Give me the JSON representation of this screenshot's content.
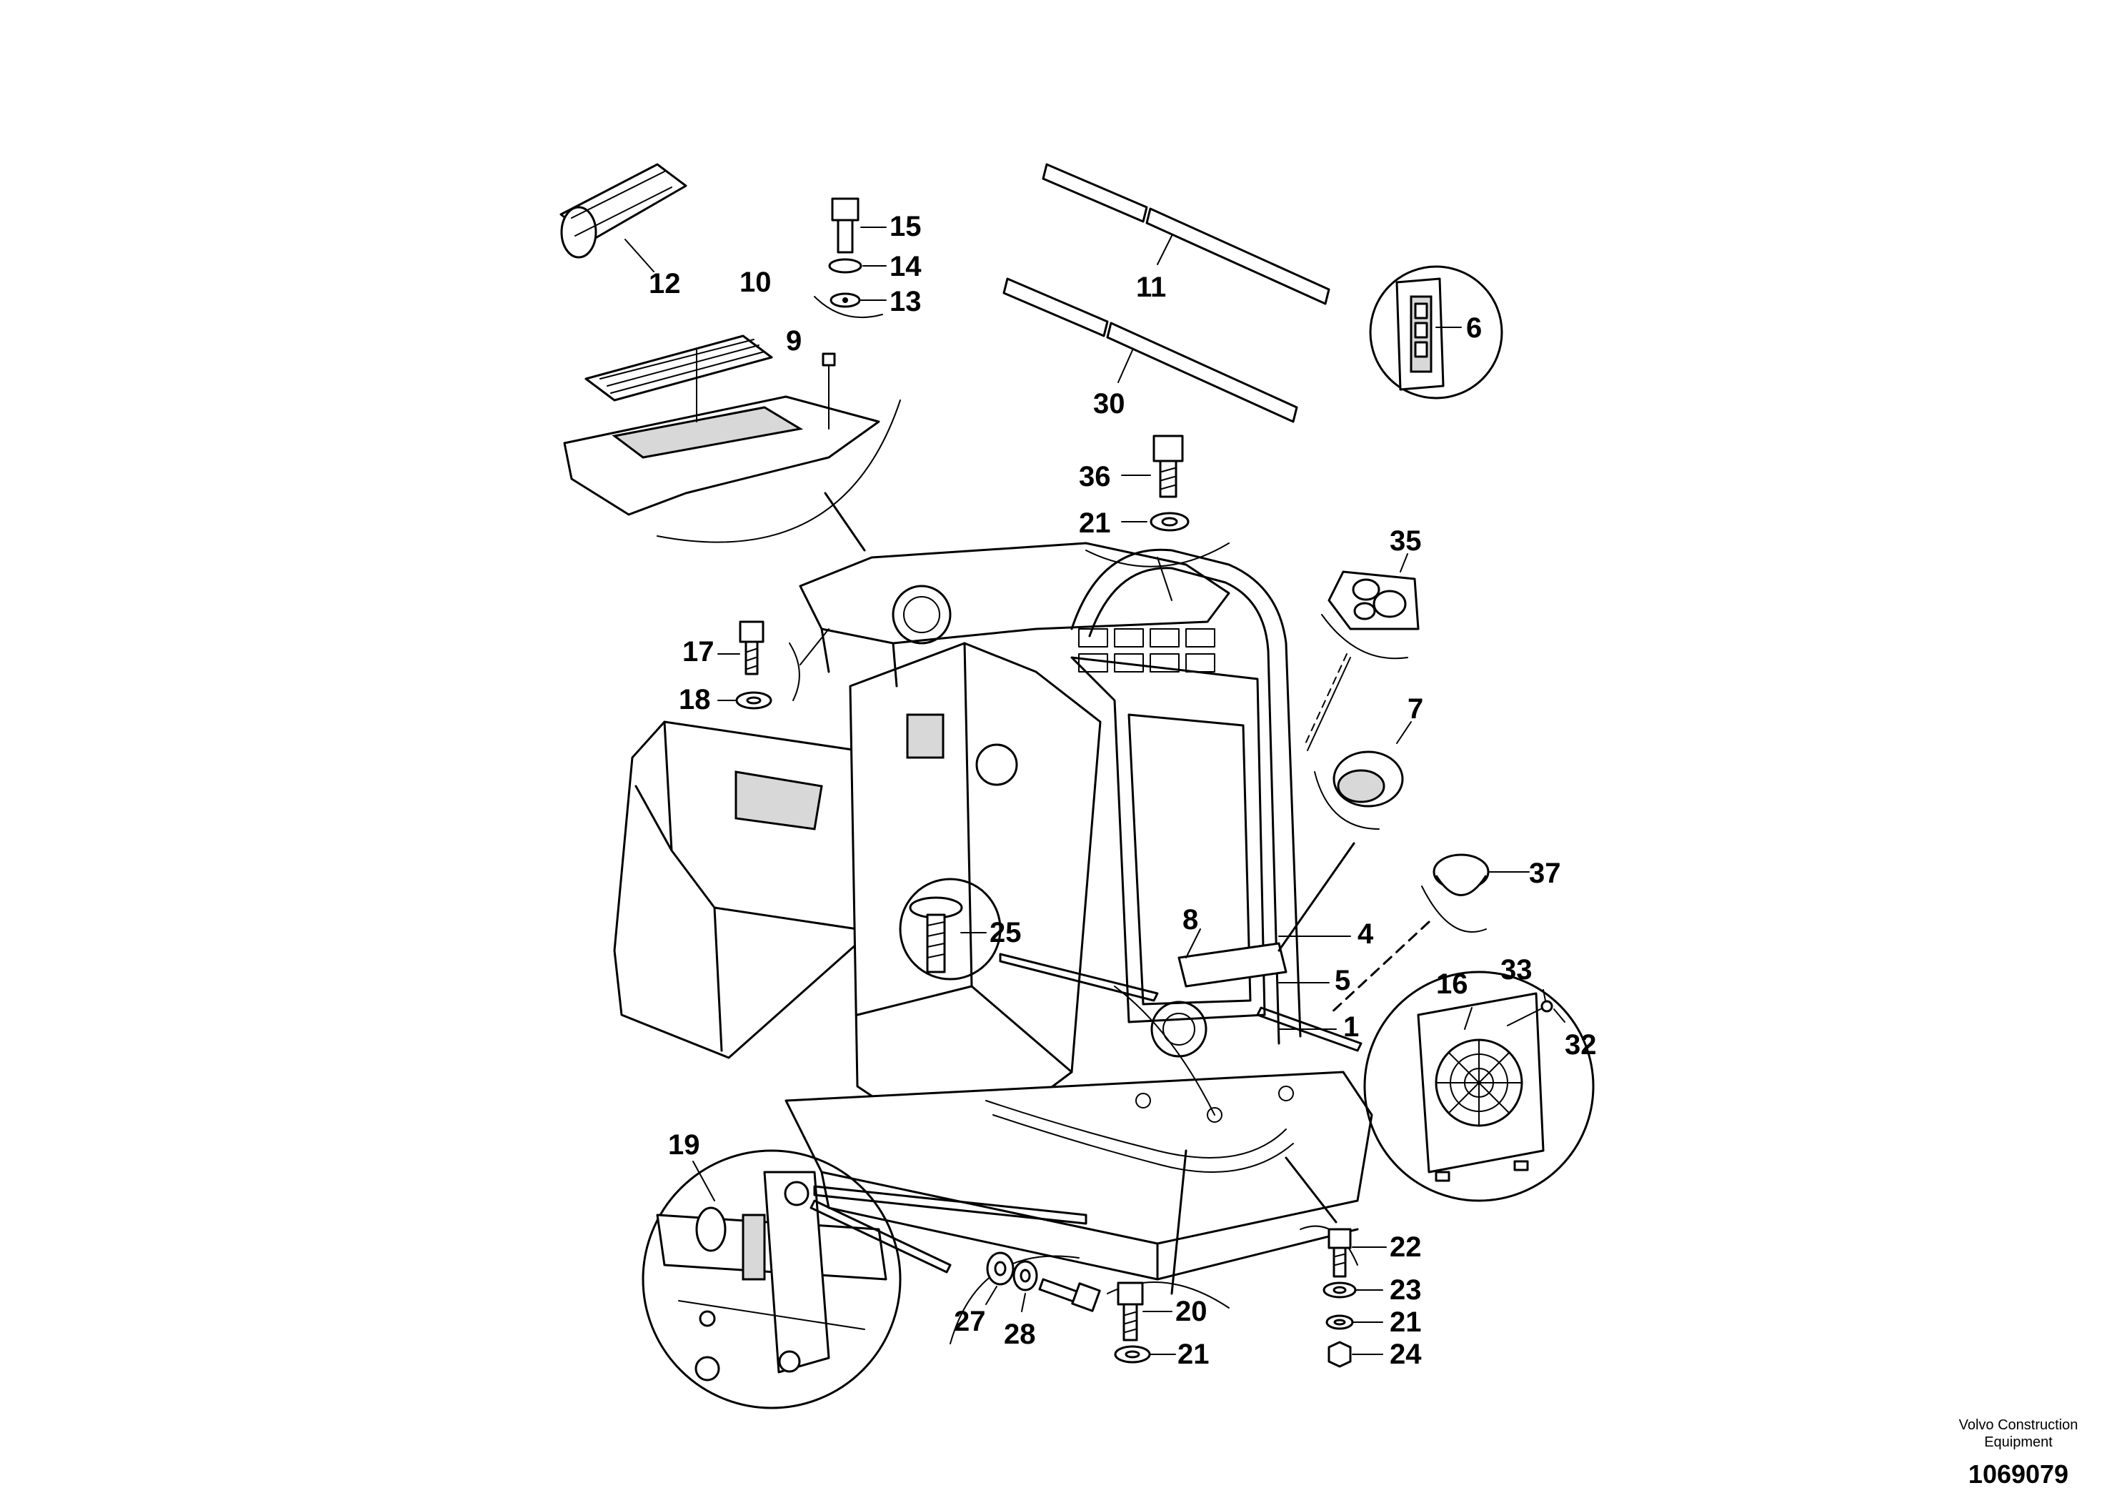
{
  "callouts": [
    {
      "id": "c1",
      "text": "1"
    },
    {
      "id": "c4",
      "text": "4"
    },
    {
      "id": "c5",
      "text": "5"
    },
    {
      "id": "c6",
      "text": "6"
    },
    {
      "id": "c7",
      "text": "7"
    },
    {
      "id": "c8",
      "text": "8"
    },
    {
      "id": "c9",
      "text": "9"
    },
    {
      "id": "c10",
      "text": "10"
    },
    {
      "id": "c11",
      "text": "11"
    },
    {
      "id": "c12",
      "text": "12"
    },
    {
      "id": "c13",
      "text": "13"
    },
    {
      "id": "c14",
      "text": "14"
    },
    {
      "id": "c15",
      "text": "15"
    },
    {
      "id": "c16",
      "text": "16"
    },
    {
      "id": "c17",
      "text": "17"
    },
    {
      "id": "c18",
      "text": "18"
    },
    {
      "id": "c19",
      "text": "19"
    },
    {
      "id": "c20",
      "text": "20"
    },
    {
      "id": "c21a",
      "text": "21"
    },
    {
      "id": "c21b",
      "text": "21"
    },
    {
      "id": "c21c",
      "text": "21"
    },
    {
      "id": "c22",
      "text": "22"
    },
    {
      "id": "c23",
      "text": "23"
    },
    {
      "id": "c24",
      "text": "24"
    },
    {
      "id": "c25",
      "text": "25"
    },
    {
      "id": "c27",
      "text": "27"
    },
    {
      "id": "c28",
      "text": "28"
    },
    {
      "id": "c30",
      "text": "30"
    },
    {
      "id": "c32",
      "text": "32"
    },
    {
      "id": "c33",
      "text": "33"
    },
    {
      "id": "c35",
      "text": "35"
    },
    {
      "id": "c36",
      "text": "36"
    },
    {
      "id": "c37",
      "text": "37"
    }
  ],
  "brand": {
    "line1": "Volvo Construction",
    "line2": "Equipment"
  },
  "doc_number": "1069079"
}
